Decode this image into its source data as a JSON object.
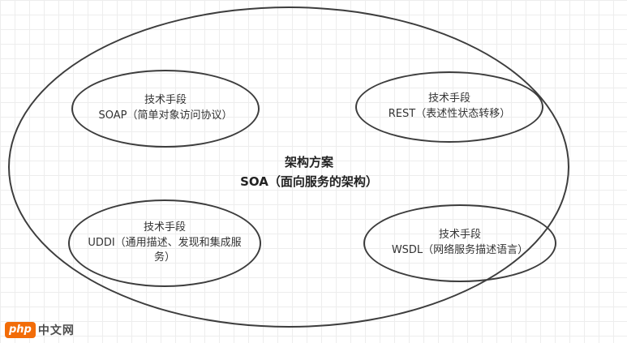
{
  "diagram": {
    "center": {
      "line1": "架构方案",
      "line2": "SOA（面向服务的架构）"
    },
    "nodes": [
      {
        "id": "soap",
        "title": "技术手段",
        "desc": "SOAP（简单对象访问协议）"
      },
      {
        "id": "rest",
        "title": "技术手段",
        "desc": "REST（表述性状态转移）"
      },
      {
        "id": "uddi",
        "title": "技术手段",
        "desc": "UDDI（通用描述、发现和集成服务）"
      },
      {
        "id": "wsdl",
        "title": "技术手段",
        "desc": "WSDL（网络服务描述语言）"
      }
    ],
    "colors": {
      "ellipse_border": "#3d3d3d",
      "grid_line": "#ededed",
      "watermark_badge": "#f26c08"
    },
    "watermark": {
      "badge": "php",
      "text": "中文网"
    }
  }
}
